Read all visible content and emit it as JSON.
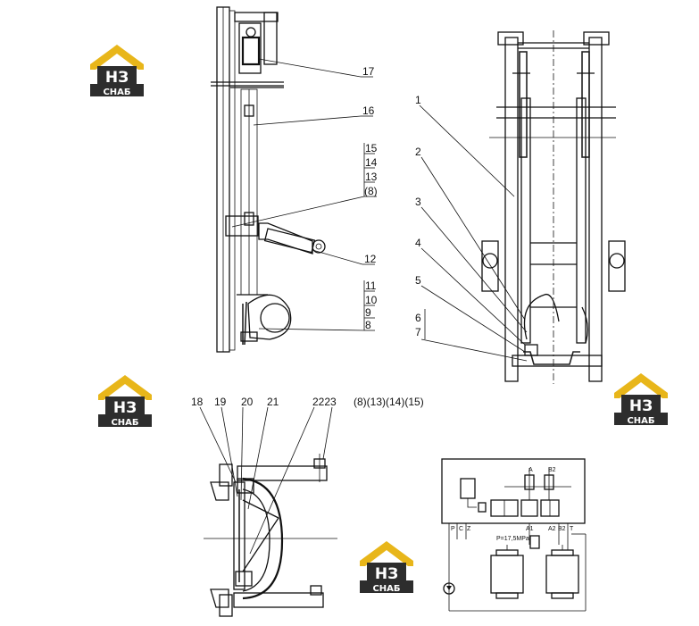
{
  "logo": {
    "mark": "НЗ",
    "word": "СНАБ",
    "colors": {
      "roof": "#e8b61a",
      "body": "#2d2d2d",
      "text": "#ffffff"
    }
  },
  "labels": {
    "l17": "17",
    "l16": "16",
    "l15": "15",
    "l14": "14",
    "l13": "13",
    "l8a": "(8)",
    "l12": "12",
    "l11": "11",
    "l10": "10",
    "l9": "9",
    "l8": "8",
    "r1": "1",
    "r2": "2",
    "r3": "3",
    "r4": "4",
    "r5": "5",
    "r6": "6",
    "r7": "7",
    "b18": "18",
    "b19": "19",
    "b20": "20",
    "b21": "21",
    "b2223": "2223",
    "bgroup": "(8)(13)(14)(15)"
  },
  "schematic": {
    "pressure": "P=17,5MPa",
    "ports": {
      "p": "P",
      "c": "C",
      "z": "Z",
      "a1": "A1",
      "a2": "A2",
      "b2": "B2",
      "t": "T",
      "a": "A",
      "b2top": "B2"
    }
  }
}
